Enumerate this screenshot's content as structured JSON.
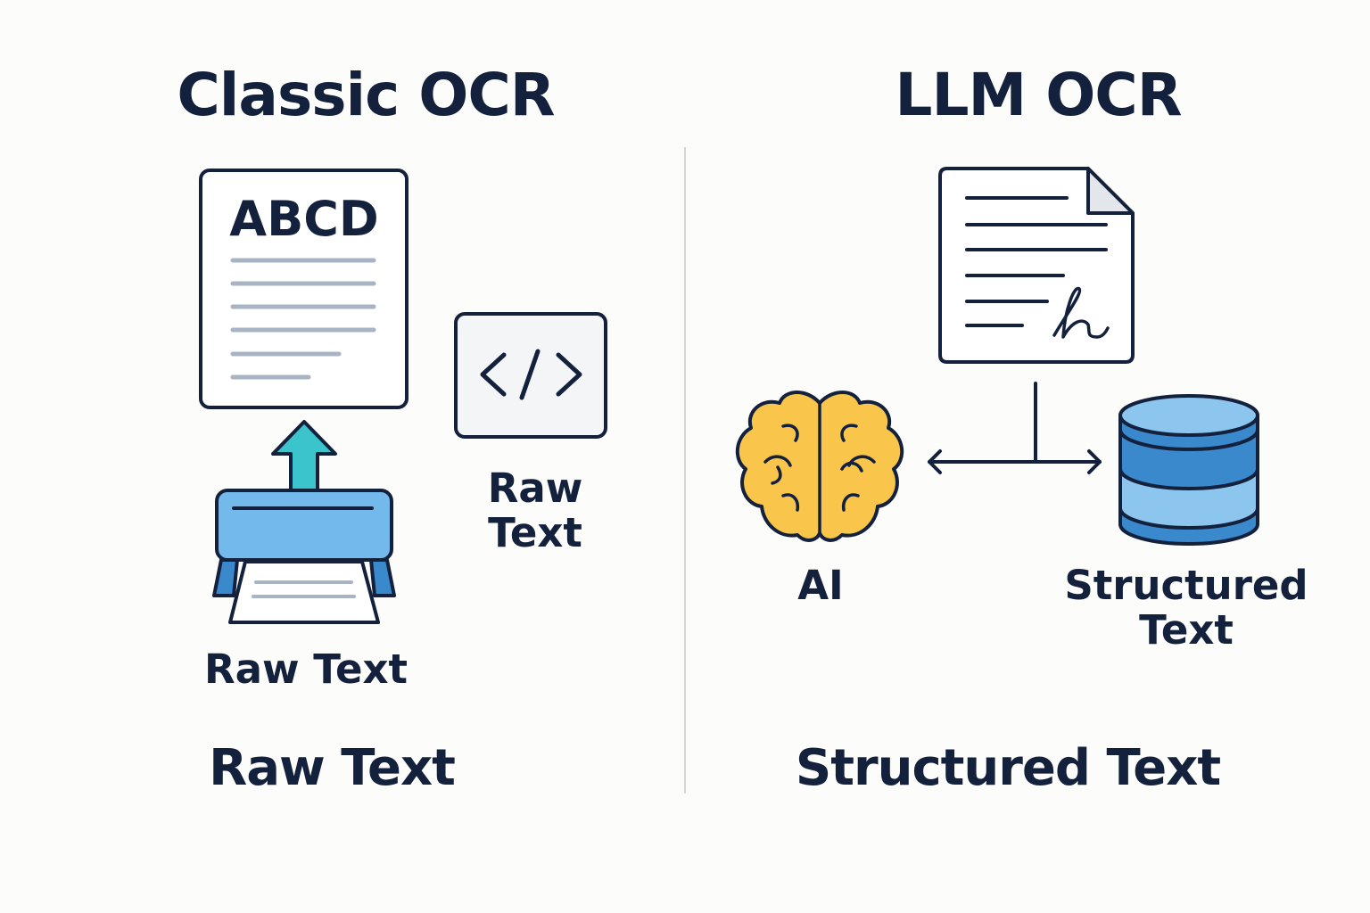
{
  "left_panel": {
    "title": "Classic OCR",
    "document_heading": "ABCD",
    "code_label_line1": "Raw",
    "code_label_line2": "Text",
    "scanner_label": "Raw Text",
    "footer": "Raw Text"
  },
  "right_panel": {
    "title": "LLM OCR",
    "ai_label": "AI",
    "db_label_line1": "Structured",
    "db_label_line2": "Text",
    "footer": "Structured Text"
  },
  "icons": {
    "document": "document-icon",
    "code": "code-brackets-icon",
    "scanner": "scanner-icon",
    "upload_arrow": "up-arrow-icon",
    "signed_document": "signed-document-icon",
    "brain": "brain-icon",
    "database": "database-icon",
    "flow_arrow": "double-arrow-icon"
  },
  "colors": {
    "ink": "#14213d",
    "scanner_blue": "#74b9eb",
    "arrow_teal": "#3cc4cc",
    "brain_yellow": "#f9c54a",
    "db_dark_blue": "#3a89cc",
    "db_light_blue": "#8cc6ef",
    "doc_lines": "#a8b4c4",
    "divider": "#d6d6d6"
  }
}
